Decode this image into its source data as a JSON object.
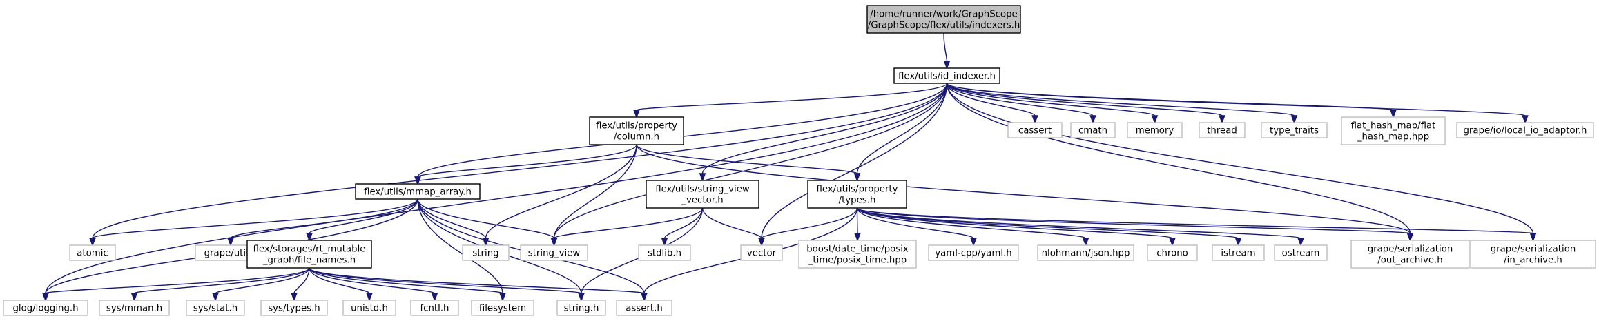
{
  "colors": {
    "edge": "#191970",
    "root_fill": "#bfbfbf",
    "local_border": "#000000",
    "system_border": "#bfbfbf",
    "background": "#ffffff"
  },
  "nodes": [
    {
      "id": "n1",
      "kind": "root",
      "lines": [
        "/home/runner/work/GraphScope",
        "/GraphScope/flex/utils/indexers.h"
      ]
    },
    {
      "id": "n2",
      "kind": "local",
      "lines": [
        "flex/utils/id_indexer.h"
      ]
    },
    {
      "id": "n3",
      "kind": "system",
      "lines": [
        "glog/logging.h"
      ]
    },
    {
      "id": "n4",
      "kind": "system",
      "lines": [
        "atomic"
      ]
    },
    {
      "id": "n5",
      "kind": "local",
      "lines": [
        "flex/utils/mmap_array.h"
      ]
    },
    {
      "id": "n6",
      "kind": "system",
      "lines": [
        "grape/util.h"
      ]
    },
    {
      "id": "n7",
      "kind": "local",
      "lines": [
        "flex/storages/rt_mutable",
        "_graph/file_names.h"
      ]
    },
    {
      "id": "n8",
      "kind": "system",
      "lines": [
        "sys/mman.h"
      ]
    },
    {
      "id": "n9",
      "kind": "system",
      "lines": [
        "sys/stat.h"
      ]
    },
    {
      "id": "n10",
      "kind": "system",
      "lines": [
        "sys/types.h"
      ]
    },
    {
      "id": "n11",
      "kind": "system",
      "lines": [
        "unistd.h"
      ]
    },
    {
      "id": "n12",
      "kind": "system",
      "lines": [
        "fcntl.h"
      ]
    },
    {
      "id": "n13",
      "kind": "system",
      "lines": [
        "filesystem"
      ]
    },
    {
      "id": "n14",
      "kind": "system",
      "lines": [
        "string.h"
      ]
    },
    {
      "id": "n15",
      "kind": "system",
      "lines": [
        "assert.h"
      ]
    },
    {
      "id": "n16",
      "kind": "system",
      "lines": [
        "string"
      ]
    },
    {
      "id": "n17",
      "kind": "system",
      "lines": [
        "string_view"
      ]
    },
    {
      "id": "n18",
      "kind": "local",
      "lines": [
        "flex/utils/property",
        "/column.h"
      ]
    },
    {
      "id": "n19",
      "kind": "local",
      "lines": [
        "flex/utils/property",
        "/types.h"
      ]
    },
    {
      "id": "n20",
      "kind": "system",
      "lines": [
        "boost/date_time/posix",
        "_time/posix_time.hpp"
      ]
    },
    {
      "id": "n21",
      "kind": "system",
      "lines": [
        "grape/serialization",
        "/out_archive.h"
      ]
    },
    {
      "id": "n22",
      "kind": "system",
      "lines": [
        "grape/serialization",
        "/in_archive.h"
      ]
    },
    {
      "id": "n23",
      "kind": "system",
      "lines": [
        "yaml-cpp/yaml.h"
      ]
    },
    {
      "id": "n24",
      "kind": "system",
      "lines": [
        "nlohmann/json.hpp"
      ]
    },
    {
      "id": "n25",
      "kind": "system",
      "lines": [
        "chrono"
      ]
    },
    {
      "id": "n26",
      "kind": "system",
      "lines": [
        "istream"
      ]
    },
    {
      "id": "n27",
      "kind": "system",
      "lines": [
        "ostream"
      ]
    },
    {
      "id": "n28",
      "kind": "system",
      "lines": [
        "vector"
      ]
    },
    {
      "id": "n29",
      "kind": "local",
      "lines": [
        "flex/utils/string_view",
        "_vector.h"
      ]
    },
    {
      "id": "n30",
      "kind": "system",
      "lines": [
        "stdlib.h"
      ]
    },
    {
      "id": "n31",
      "kind": "system",
      "lines": [
        "cassert"
      ]
    },
    {
      "id": "n32",
      "kind": "system",
      "lines": [
        "cmath"
      ]
    },
    {
      "id": "n33",
      "kind": "system",
      "lines": [
        "memory"
      ]
    },
    {
      "id": "n34",
      "kind": "system",
      "lines": [
        "thread"
      ]
    },
    {
      "id": "n35",
      "kind": "system",
      "lines": [
        "type_traits"
      ]
    },
    {
      "id": "n36",
      "kind": "system",
      "lines": [
        "flat_hash_map/flat",
        "_hash_map.hpp"
      ]
    },
    {
      "id": "n37",
      "kind": "system",
      "lines": [
        "grape/io/local_io_adaptor.h"
      ]
    }
  ],
  "edges": [
    [
      "n1",
      "n2"
    ],
    [
      "n2",
      "n3"
    ],
    [
      "n2",
      "n4"
    ],
    [
      "n2",
      "n5"
    ],
    [
      "n2",
      "n17"
    ],
    [
      "n2",
      "n18"
    ],
    [
      "n2",
      "n29"
    ],
    [
      "n2",
      "n28"
    ],
    [
      "n2",
      "n19"
    ],
    [
      "n2",
      "n21"
    ],
    [
      "n2",
      "n22"
    ],
    [
      "n2",
      "n31"
    ],
    [
      "n2",
      "n32"
    ],
    [
      "n2",
      "n33"
    ],
    [
      "n2",
      "n34"
    ],
    [
      "n2",
      "n35"
    ],
    [
      "n2",
      "n36"
    ],
    [
      "n2",
      "n37"
    ],
    [
      "n5",
      "n3"
    ],
    [
      "n5",
      "n4"
    ],
    [
      "n5",
      "n6"
    ],
    [
      "n5",
      "n7"
    ],
    [
      "n5",
      "n16"
    ],
    [
      "n5",
      "n17"
    ],
    [
      "n5",
      "n13"
    ],
    [
      "n5",
      "n14"
    ],
    [
      "n5",
      "n15"
    ],
    [
      "n7",
      "n3"
    ],
    [
      "n7",
      "n8"
    ],
    [
      "n7",
      "n9"
    ],
    [
      "n7",
      "n10"
    ],
    [
      "n7",
      "n11"
    ],
    [
      "n7",
      "n12"
    ],
    [
      "n7",
      "n13"
    ],
    [
      "n7",
      "n14"
    ],
    [
      "n7",
      "n15"
    ],
    [
      "n18",
      "n5"
    ],
    [
      "n18",
      "n16"
    ],
    [
      "n18",
      "n17"
    ],
    [
      "n18",
      "n19"
    ],
    [
      "n18",
      "n21"
    ],
    [
      "n29",
      "n17"
    ],
    [
      "n29",
      "n30"
    ],
    [
      "n29",
      "n28"
    ],
    [
      "n29",
      "n14"
    ],
    [
      "n19",
      "n28"
    ],
    [
      "n19",
      "n15"
    ],
    [
      "n19",
      "n20"
    ],
    [
      "n19",
      "n23"
    ],
    [
      "n19",
      "n24"
    ],
    [
      "n19",
      "n25"
    ],
    [
      "n19",
      "n26"
    ],
    [
      "n19",
      "n27"
    ],
    [
      "n19",
      "n21"
    ],
    [
      "n19",
      "n22"
    ]
  ]
}
